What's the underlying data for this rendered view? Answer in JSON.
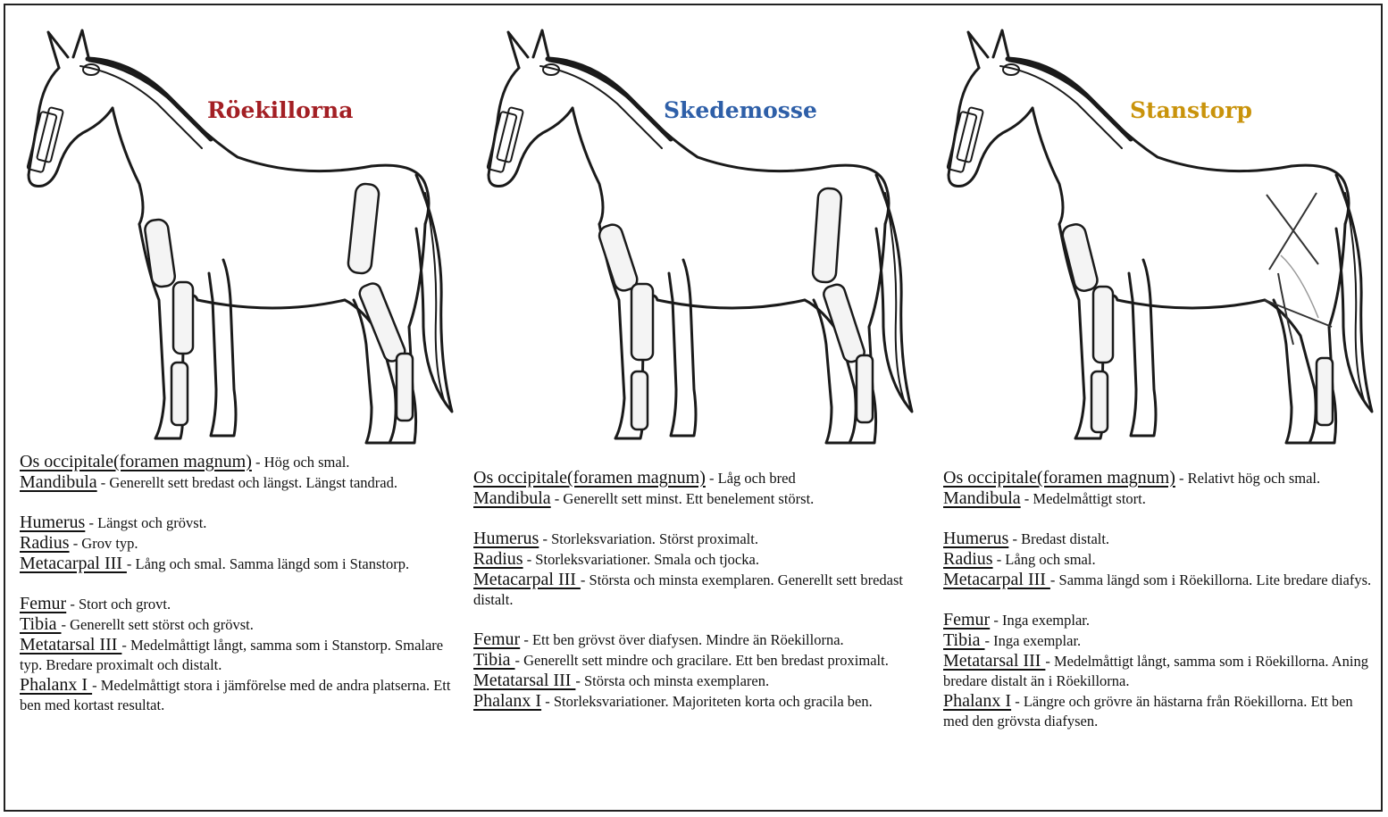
{
  "colors": {
    "Röekillorna": "#a31f24",
    "Skedemosse": "#2e5fa8",
    "Stanstorp": "#c9930b"
  },
  "sites": [
    {
      "name": "Röekillorna",
      "color": "#a31f24",
      "entries": [
        {
          "bone": "Os occipitale(foramen magnum)",
          "text": " - Hög och smal."
        },
        {
          "bone": "Mandibula",
          "text": " - Generellt sett bredast och längst. Längst tandrad."
        },
        {
          "bone": "Humerus",
          "text": " - Längst och grövst."
        },
        {
          "bone": "Radius",
          "text": " - Grov typ."
        },
        {
          "bone": "Metacarpal III ",
          "text": "- Lång och smal. Samma längd som i Stanstorp."
        },
        {
          "bone": "Femur",
          "text": " - Stort och grovt."
        },
        {
          "bone": "Tibia ",
          "text": "-  Generellt sett störst och grövst."
        },
        {
          "bone": "Metatarsal III ",
          "text": "- Medelmåttigt långt, samma som i Stanstorp. Smalare typ. Bredare proximalt och distalt."
        },
        {
          "bone": "Phalanx I ",
          "text": "- Medelmåttigt stora i jämförelse med de andra platserna. Ett ben med kortast resultat."
        }
      ]
    },
    {
      "name": "Skedemosse",
      "color": "#2e5fa8",
      "entries": [
        {
          "bone": "Os occipitale(foramen magnum)",
          "text": " - Låg och bred"
        },
        {
          "bone": "Mandibula",
          "text": " - Generellt sett minst. Ett benelement störst."
        },
        {
          "bone": "Humerus",
          "text": " - Storleksvariation. Störst proximalt."
        },
        {
          "bone": "Radius",
          "text": " - Storleksvariationer. Smala och tjocka."
        },
        {
          "bone": "Metacarpal III ",
          "text": "- Största och minsta exemplaren. Generellt sett bredast distalt."
        },
        {
          "bone": "Femur",
          "text": " - Ett ben grövst över diafysen. Mindre än Röekillorna."
        },
        {
          "bone": "Tibia ",
          "text": "- Generellt sett mindre och gracilare. Ett ben bredast proximalt."
        },
        {
          "bone": "Metatarsal III ",
          "text": "- Största och minsta exemplaren."
        },
        {
          "bone": "Phalanx I",
          "text": " - Storleksvariationer. Majoriteten korta och gracila ben."
        }
      ]
    },
    {
      "name": "Stanstorp",
      "color": "#c9930b",
      "entries": [
        {
          "bone": "Os occipitale(foramen magnum)",
          "text": " - Relativt hög och smal."
        },
        {
          "bone": "Mandibula",
          "text": " - Medelmåttigt stort."
        },
        {
          "bone": "Humerus",
          "text": " - Bredast distalt."
        },
        {
          "bone": "Radius",
          "text": " - Lång och smal."
        },
        {
          "bone": "Metacarpal III ",
          "text": "- Samma längd som i Röekillorna. Lite bredare diafys."
        },
        {
          "bone": "Femur",
          "text": " - Inga exemplar."
        },
        {
          "bone": "Tibia ",
          "text": "-  Inga exemplar."
        },
        {
          "bone": "Metatarsal III ",
          "text": "- Medelmåttigt långt, samma som i Röekillorna. Aning bredare distalt än i Röekillorna."
        },
        {
          "bone": "Phalanx I",
          "text": " - Längre och grövre än hästarna från Röekillorna. Ett ben med den grövsta diafysen."
        }
      ]
    }
  ]
}
